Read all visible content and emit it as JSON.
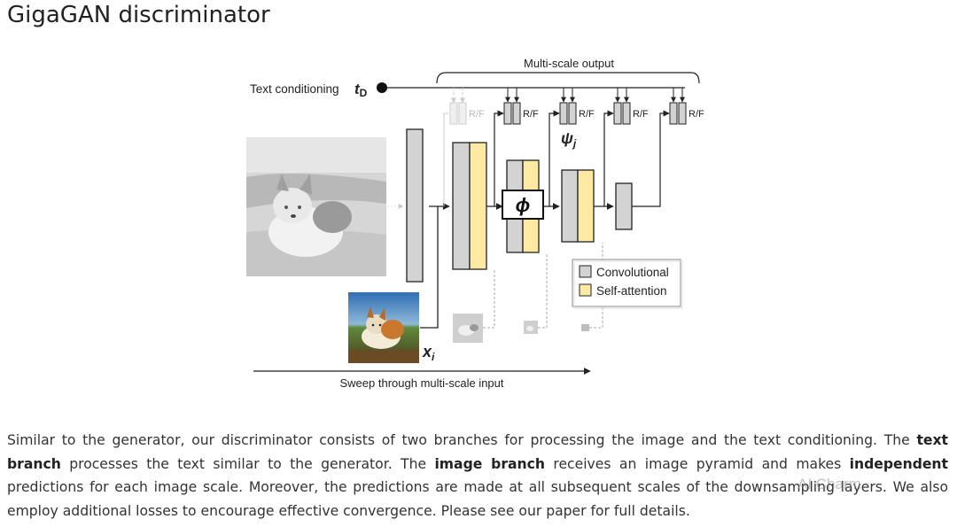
{
  "page": {
    "title": "GigaGAN discriminator"
  },
  "diagram": {
    "multi_scale_output_label": "Multi-scale output",
    "text_conditioning_label": "Text conditioning",
    "text_conditioning_symbol": "t",
    "text_conditioning_subscript": "D",
    "rf_label": "R/F",
    "psi_symbol": "ψ",
    "psi_subscript": "j",
    "phi_symbol": "ϕ",
    "input_symbol": "x",
    "input_subscript": "i",
    "sweep_label": "Sweep through multi-scale input",
    "legend": {
      "convolutional": "Convolutional",
      "self_attention": "Self-attention"
    },
    "colors": {
      "convolutional": "#d3d3d3",
      "self_attention": "#fde9a2",
      "line": "#222222"
    }
  },
  "caption": {
    "t1": "Similar to the generator, our discriminator consists of two branches for processing the image and the text conditioning. The ",
    "b1": "text branch",
    "t2": " processes the text similar to the generator. The ",
    "b2": "image branch",
    "t3": " receives an image pyramid and makes ",
    "b3": "independent",
    "t4": " predictions for each image scale. Moreover, the predictions are made at all subsequent scales of the downsampling layers. We also employ additional losses to encourage effective convergence. Please see our paper for full details."
  },
  "watermark": {
    "text": "AI Charm"
  }
}
